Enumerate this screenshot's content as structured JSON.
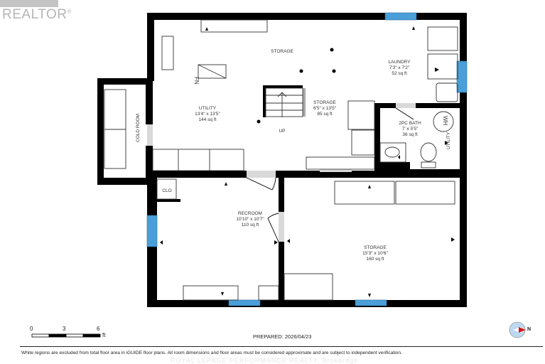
{
  "branding": {
    "logo_text": "REALTOR",
    "logo_mark": "®",
    "watermark": "ROYAL LEPAGE PERFORMANCE REALTY, Brokerage"
  },
  "colors": {
    "wall": "#000000",
    "window": "#4a9fd8",
    "door_swing": "#d9d9d9",
    "compass_ring": "#bcd9f0",
    "compass_arrow": "#d0151b",
    "text": "#333333"
  },
  "rooms": [
    {
      "name": "STORAGE",
      "dimensions": "",
      "area": ""
    },
    {
      "name": "LAUNDRY",
      "dimensions": "7'3\" x 7'2\"",
      "area": "52 sq ft"
    },
    {
      "name": "UTILITY",
      "dimensions": "13'4\" x 13'5\"",
      "area": "144 sq ft"
    },
    {
      "name": "STORAGE",
      "dimensions": "6'5\" x 13'5\"",
      "area": "85 sq ft"
    },
    {
      "name": "2PC BATH",
      "dimensions": "7' x 5'5\"",
      "area": "36 sq ft"
    },
    {
      "name": "RECROOM",
      "dimensions": "10'10\" x 10'7\"",
      "area": "110 sq ft"
    },
    {
      "name": "STORAGE",
      "dimensions": "15'3\" x 10'6\"",
      "area": "160 sq ft"
    }
  ],
  "labels": {
    "cold_room": "COLD ROOM",
    "utility_side": "UTILITY",
    "closet": "CLO",
    "stairs": "UP",
    "furnace": "FN",
    "water_heater": "WH"
  },
  "scale": {
    "ticks": [
      "0",
      "3",
      "6"
    ],
    "unit": "ft"
  },
  "prepared": "PREPARED: 2026/04/23",
  "compass": {
    "direction_label": "N"
  },
  "disclaimer": "White regions are excluded from total floor area in iGUIDE floor plans. All room dimensions and floor areas must be considered approximate and are subject to independent verification."
}
